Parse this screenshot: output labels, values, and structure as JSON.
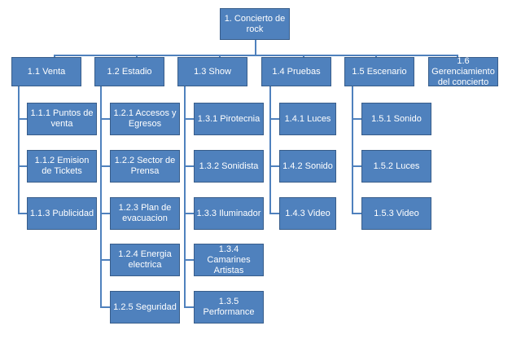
{
  "root": {
    "label": "1. Concierto de rock"
  },
  "branches": [
    {
      "label": "1.1 Venta",
      "children": [
        "1.1.1 Puntos de venta",
        "1.1.2 Emision de Tickets",
        "1.1.3 Publicidad"
      ]
    },
    {
      "label": "1.2 Estadio",
      "children": [
        "1.2.1 Accesos y Egresos",
        "1.2.2 Sector de Prensa",
        "1.2.3 Plan de evacuacion",
        "1.2.4 Energia electrica",
        "1.2.5 Seguridad"
      ]
    },
    {
      "label": "1.3 Show",
      "children": [
        "1.3.1 Pirotecnia",
        "1.3.2 Sonidista",
        "1.3.3 Iluminador",
        "1.3.4 Camarines Artistas",
        "1.3.5 Performance"
      ]
    },
    {
      "label": "1.4 Pruebas",
      "children": [
        "1.4.1 Luces",
        "1.4.2 Sonido",
        "1.4.3 Video"
      ]
    },
    {
      "label": "1.5 Escenario",
      "children": [
        "1.5.1 Sonido",
        "1.5.2 Luces",
        "1.5.3 Video"
      ]
    },
    {
      "label": "1.6 Gerenciamiento del concierto",
      "children": []
    }
  ]
}
